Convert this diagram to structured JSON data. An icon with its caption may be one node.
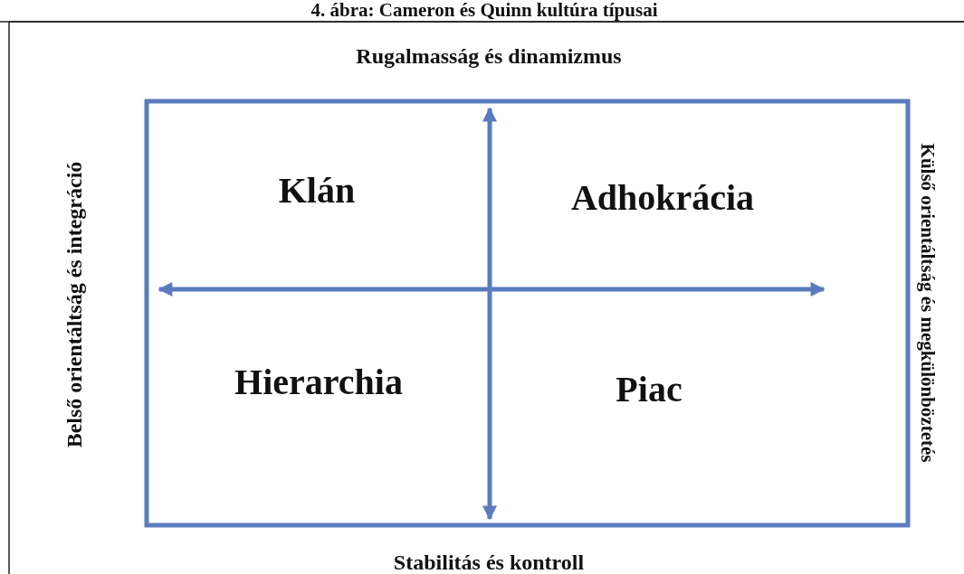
{
  "diagram": {
    "title": "4. ábra: Cameron és Quinn kultúra típusai",
    "labels": [
      "Rugalmasság és dinamizmus",
      "Belső orientáltság és integráció",
      "Klán",
      "Adhokrácia",
      "Külső orientáltság és megkülönböztetés",
      "Hierarchia",
      "Piac",
      "Stabilitás és kontroll"
    ]
  }
}
